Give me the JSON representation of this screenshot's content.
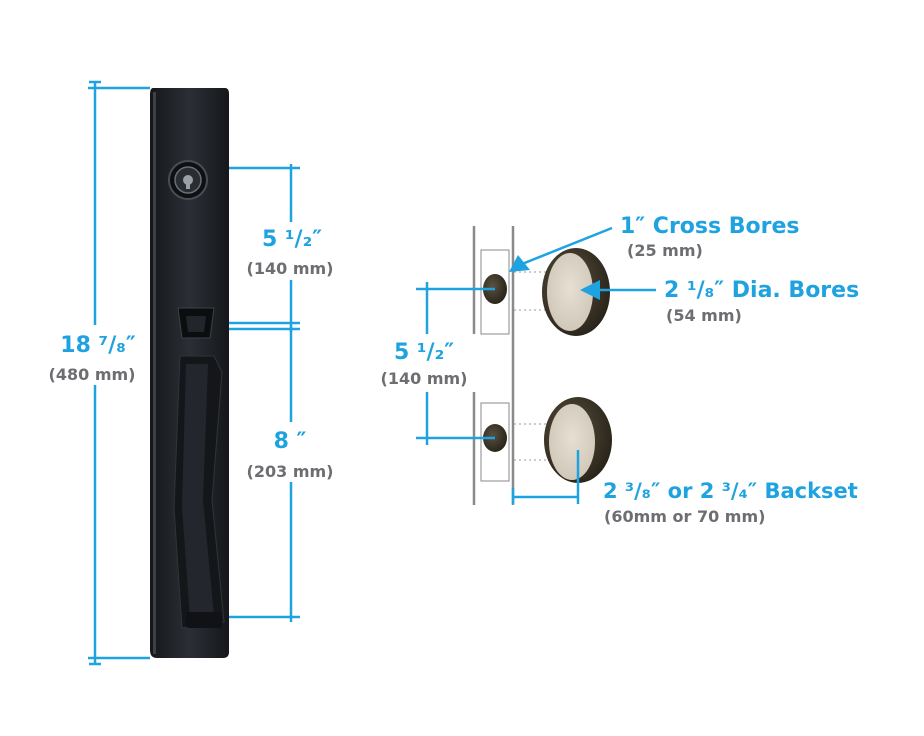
{
  "colors": {
    "accent": "#1fa3e0",
    "secondary": "#6d6e71",
    "hardware": "#1e2126",
    "bore_face": "#d6cfc3",
    "bore_rim": "#3a3528"
  },
  "handleset": {
    "overall_height": {
      "value": "18 ⁷/₈″",
      "metric": "(480 mm)"
    },
    "key_to_thumb": {
      "value": "5 ¹/₂″",
      "metric": "(140 mm)"
    },
    "thumb_to_bottom": {
      "value": "8 ″",
      "metric": "(203 mm)"
    }
  },
  "bores": {
    "cross_bores": {
      "label": "1″ Cross Bores",
      "metric": "(25 mm)"
    },
    "dia_bores": {
      "label": "2 ¹/₈″ Dia. Bores",
      "metric": "(54 mm)"
    },
    "bore_spacing": {
      "value": "5 ¹/₂″",
      "metric": "(140 mm)"
    },
    "backset": {
      "label": "2 ³/₈″  or 2 ³/₄″ Backset",
      "metric": "(60mm or 70 mm)"
    }
  }
}
